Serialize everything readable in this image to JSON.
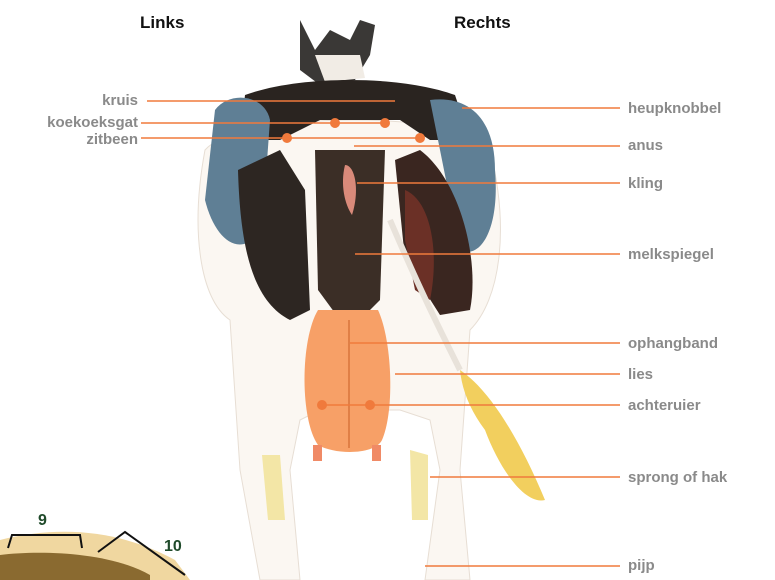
{
  "headers": {
    "left": "Links",
    "right": "Rechts"
  },
  "labels_left": [
    "kruis",
    "koekoeksgat",
    "zitbeen"
  ],
  "labels_right": [
    "heupknobbel",
    "anus",
    "kling",
    "melkspiegel",
    "ophangband",
    "lies",
    "achteruier",
    "sprong of hak",
    "pijp"
  ],
  "inset_numbers": [
    "9",
    "10"
  ],
  "colors": {
    "leader": "#f07a3c",
    "label": "#8a8a8a",
    "udder": "#f7a067",
    "dark_patch": "#2a2420",
    "blue_patch": "#5f7f95",
    "number": "#1f4a2a"
  }
}
